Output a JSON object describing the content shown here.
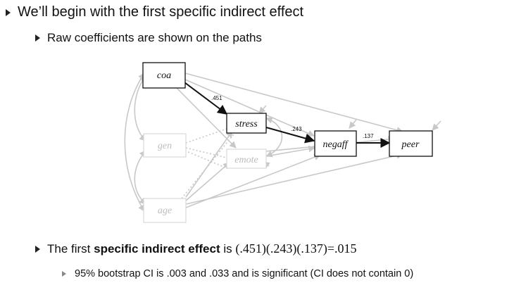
{
  "slide": {
    "heading": "We’ll begin with the first specific indirect effect",
    "sub": "Raw coefficients are shown on the paths",
    "effect_prefix": "The first ",
    "effect_bold": "specific indirect effect",
    "effect_mid": " is ",
    "effect_formula": "(.451)(.243)(.137)=.015",
    "ci_text": "95% bootstrap CI is .003 and .033 and is significant (CI does not contain 0)"
  },
  "diagram": {
    "nodes": {
      "coa": "coa",
      "stress": "stress",
      "gen": "gen",
      "emote": "emote",
      "negaff": "negaff",
      "peer": "peer",
      "age": "age"
    },
    "coefficients": {
      "coa_stress": ".451",
      "stress_negaff": ".243",
      "negaff_peer": ".137"
    },
    "colors": {
      "highlight": "#111111",
      "dim": "#c8c8c8",
      "dim_text": "#bdbdbd"
    }
  }
}
